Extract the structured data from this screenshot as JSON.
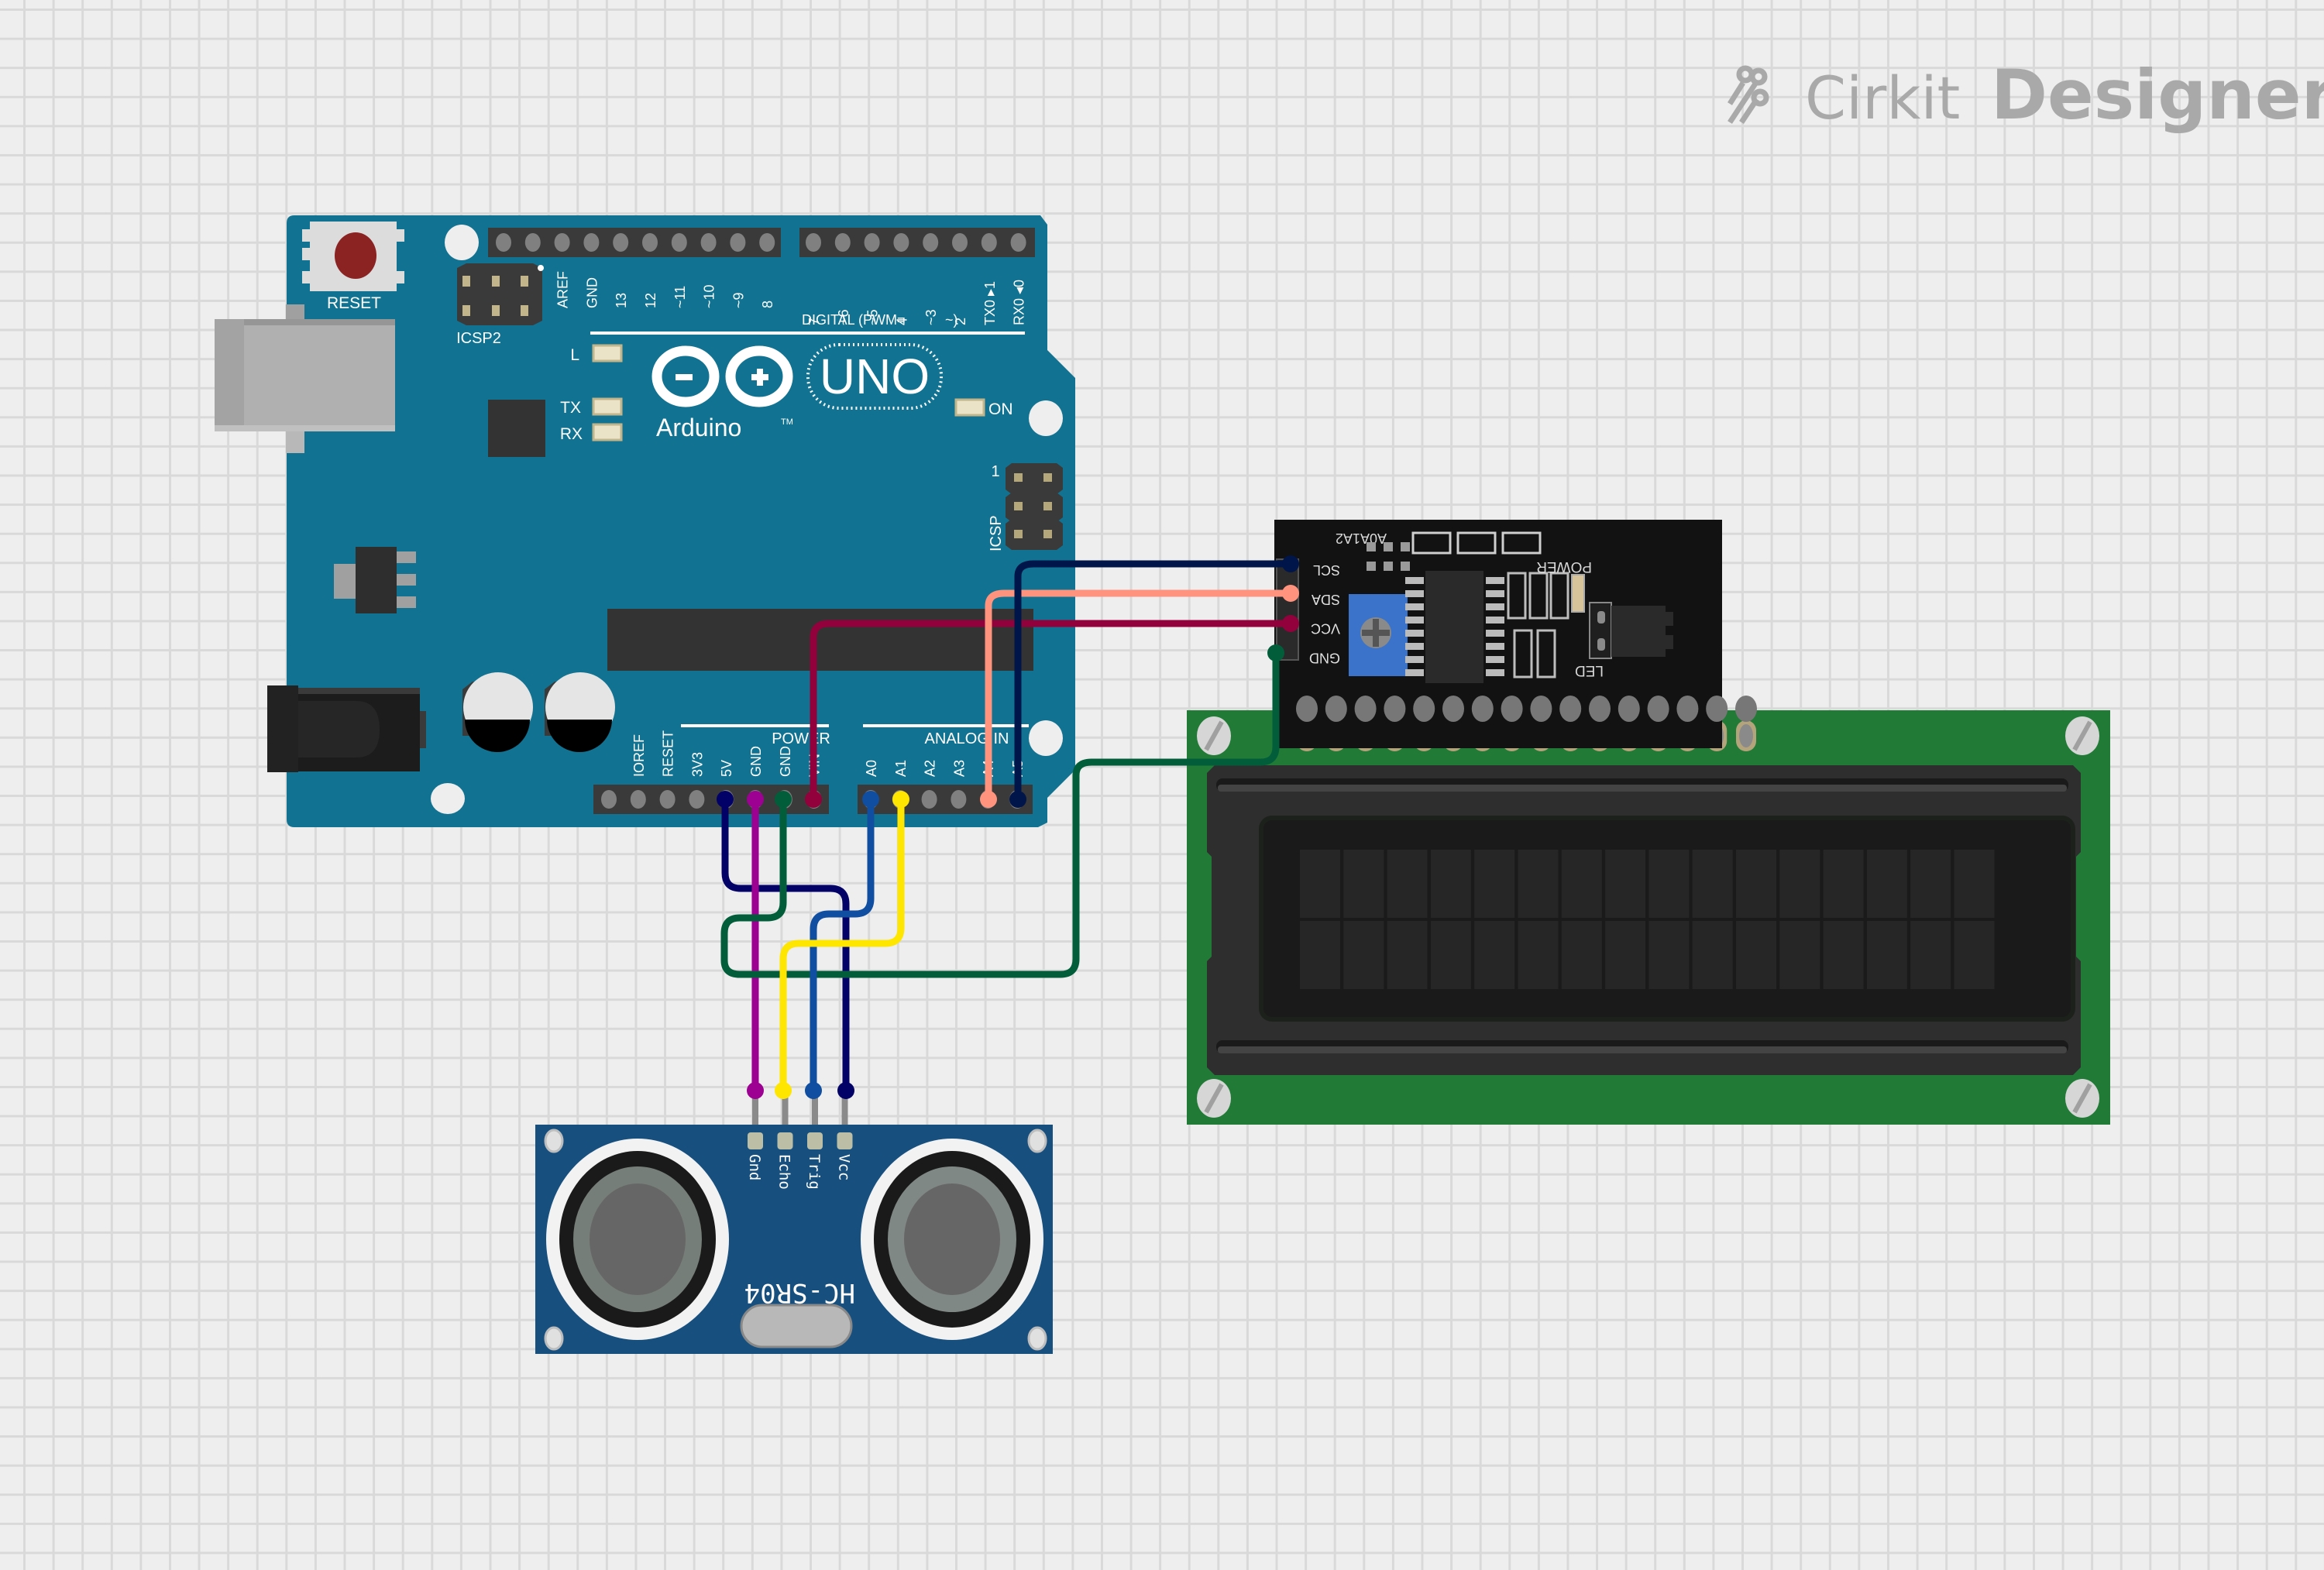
{
  "app": {
    "brand_light": "Cirkit",
    "brand_bold": "Designer",
    "logo_icon": "circuit-traces-icon"
  },
  "colors": {
    "canvas_bg": "#eeeeee",
    "grid_line": "#d9d9d9",
    "arduino_board": "#117391",
    "hcsr04_board": "#17507f",
    "lcd_pcb": "#217a36",
    "i2c_board": "#111111",
    "wire_5v": "#020168",
    "wire_gnd_sensor": "#9c0191",
    "wire_gnd_lcd": "#025e3a",
    "wire_vin": "#93013c",
    "wire_a0": "#0f4ea1",
    "wire_a1": "#ffe600",
    "wire_a4": "#ff937d",
    "wire_a5": "#001549"
  },
  "arduino": {
    "name": "Arduino UNO",
    "logo_text": "Arduino",
    "model": "UNO",
    "trademark": "TM",
    "reset_label": "RESET",
    "icsp2_label": "ICSP2",
    "icsp_label": "ICSP",
    "icsp_pin1": "1",
    "digital_label": "DIGITAL (PWM=",
    "digital_tilde": "~)",
    "power_label": "POWER",
    "analog_label": "ANALOG IN",
    "leds": [
      {
        "label": "L"
      },
      {
        "label": "TX"
      },
      {
        "label": "RX"
      },
      {
        "label": "ON"
      }
    ],
    "top_header_left": [
      "",
      "",
      "AREF",
      "GND",
      "13",
      "12",
      "~11",
      "~10",
      "~9",
      "8"
    ],
    "top_header_right": [
      "7",
      "~6",
      "~5",
      "4",
      "~3",
      "2",
      "TX0 ▸1",
      "RX0 ◂0"
    ],
    "power_header": [
      "",
      "IOREF",
      "RESET",
      "3V3",
      "5V",
      "GND",
      "GND",
      "VIN"
    ],
    "analog_header": [
      "A0",
      "A1",
      "A2",
      "A3",
      "A4",
      "A5"
    ]
  },
  "i2c_module": {
    "name": "I2C LCD Backpack",
    "pins": [
      "SCL",
      "SDA",
      "VCC",
      "GND"
    ],
    "addr_label": "A0A1A2",
    "power_label": "POWER",
    "led_label": "LED"
  },
  "lcd": {
    "name": "LCD 16x2",
    "columns": 16,
    "rows": 2
  },
  "hcsr04": {
    "name": "HC-SR04",
    "label": "HC-SR04",
    "pins": [
      "Gnd",
      "Echo",
      "Trig",
      "Vcc"
    ]
  },
  "connections": [
    {
      "from": "Arduino 5V",
      "to": "HC-SR04 Vcc",
      "color_key": "wire_5v"
    },
    {
      "from": "Arduino GND",
      "to": "HC-SR04 Gnd",
      "color_key": "wire_gnd_sensor"
    },
    {
      "from": "Arduino GND",
      "to": "I2C GND",
      "color_key": "wire_gnd_lcd"
    },
    {
      "from": "Arduino VIN",
      "to": "I2C VCC",
      "color_key": "wire_vin"
    },
    {
      "from": "Arduino A0",
      "to": "HC-SR04 Trig",
      "color_key": "wire_a0"
    },
    {
      "from": "Arduino A1",
      "to": "HC-SR04 Echo",
      "color_key": "wire_a1"
    },
    {
      "from": "Arduino A4",
      "to": "I2C SDA",
      "color_key": "wire_a4"
    },
    {
      "from": "Arduino A5",
      "to": "I2C SCL",
      "color_key": "wire_a5"
    }
  ]
}
